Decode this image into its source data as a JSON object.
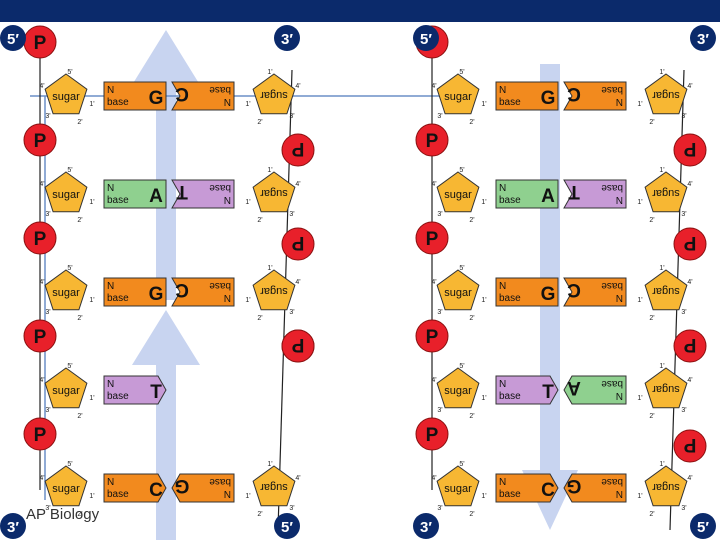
{
  "footer": {
    "label": "AP Biology"
  },
  "colors": {
    "banner": "#0b2a6b",
    "arrow": "#c8d4f0",
    "phosphate": "#e8202a",
    "sugar": "#f7b733",
    "guanine": "#f28a1e",
    "cytosine": "#f28a1e",
    "adenine": "#8fd08f",
    "thymine": "#c79ad6",
    "end_marker": "#0b2a6b",
    "line": "#6b8fc7"
  },
  "labels": {
    "five_prime": "5′",
    "three_prime": "3′",
    "phosphate": "P",
    "sugar": "sugar",
    "n_base_n": "N",
    "n_base_word": "base",
    "carbon_5": "5'",
    "carbon_4": "4'",
    "carbon_3": "3'",
    "carbon_2": "2'",
    "carbon_1": "1'"
  },
  "strands": {
    "left": {
      "top_left_end": "5′",
      "top_right_end": "3′",
      "bottom_left_end": "3′",
      "bottom_right_end": "5′",
      "left_bases": [
        "G",
        "A",
        "G",
        "T",
        "C"
      ],
      "right_bases": [
        "C",
        "T",
        "C",
        "",
        "G"
      ]
    },
    "right": {
      "top_left_end": "5′",
      "top_right_end": "3′",
      "bottom_left_end": "3′",
      "bottom_right_end": "5′",
      "left_bases": [
        "G",
        "A",
        "G",
        "T",
        "C"
      ],
      "right_bases": [
        "C",
        "T",
        "C",
        "A",
        "G"
      ]
    }
  }
}
